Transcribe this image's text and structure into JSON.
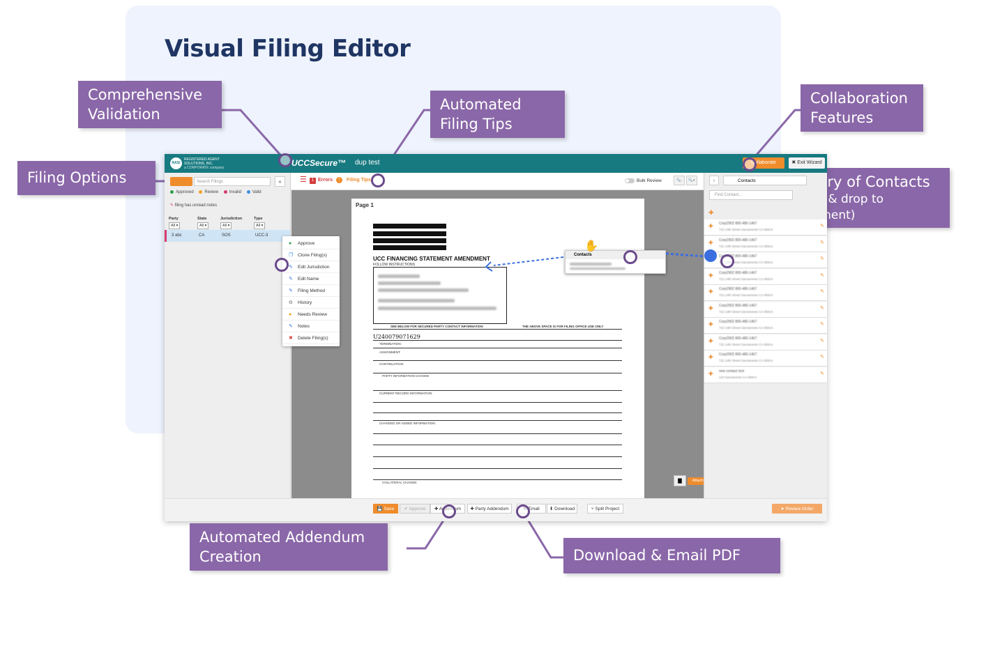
{
  "page_title": "Visual Filing Editor",
  "callouts": {
    "validation": "Comprehensive Validation",
    "filing_tips": "Automated Filing Tips",
    "collaboration": "Collaboration Features",
    "filing_options": "Filing Options",
    "contacts": "Library of Contacts",
    "contacts_sub": "(Drag & drop to document)",
    "addendum": "Automated Addendum Creation",
    "download": "Download & Email PDF"
  },
  "app": {
    "logo_text": "REGISTERED AGENT SOLUTIONS, INC.",
    "logo_sub": "a CORPORATE company",
    "name": "UCCSecure™",
    "filing_name": "dup test",
    "collaborate_label": "Collaborate",
    "exit_label": "✖ Exit Wizard"
  },
  "toolbar": {
    "error_count": "1",
    "errors_label": "Errors",
    "tips_label": "Filing Tips",
    "bulk_review_label": "Bulk Review",
    "zoom_out": "🔍-",
    "zoom_in": "🔍+"
  },
  "left_panel": {
    "search_placeholder": "Search Filings",
    "legend": [
      {
        "label": "Approved",
        "color": "#2e9e4a"
      },
      {
        "label": "Review",
        "color": "#f0a020"
      },
      {
        "label": "Invalid",
        "color": "#d63b6b"
      },
      {
        "label": "Valid",
        "color": "#3a8ee0"
      }
    ],
    "unread_note": "filing has unread notes",
    "columns": [
      "Party",
      "State",
      "Jurisdiction",
      "Type"
    ],
    "filters": [
      "All",
      "All",
      "All",
      "All"
    ],
    "row": {
      "party": "3 abc",
      "state": "CA",
      "jurisdiction": "SOS",
      "type": "UCC-3"
    }
  },
  "context_menu": [
    {
      "icon": "●",
      "color": "#2e9e4a",
      "label": "Approve"
    },
    {
      "icon": "❐",
      "color": "#3a8ee0",
      "label": "Clone Filing(s)"
    },
    {
      "icon": "✎",
      "color": "#3a6ee0",
      "label": "Edit Jurisdiction"
    },
    {
      "icon": "✎",
      "color": "#3a6ee0",
      "label": "Edit Name"
    },
    {
      "icon": "✎",
      "color": "#3a6ee0",
      "label": "Filing Method"
    },
    {
      "icon": "⊙",
      "color": "#333333",
      "label": "History"
    },
    {
      "icon": "●",
      "color": "#f0a020",
      "label": "Needs Review"
    },
    {
      "icon": "✎",
      "color": "#3a6ee0",
      "label": "Notes"
    },
    {
      "icon": "✖",
      "color": "#d43c3c",
      "label": "Delete Filing(s)"
    }
  ],
  "document": {
    "page_label": "Page 1",
    "form_title": "UCC FINANCING STATEMENT AMENDMENT",
    "form_sub": "FOLLOW INSTRUCTIONS",
    "file_number": "U240079071629",
    "above_space": "THE ABOVE SPACE IS FOR FILING OFFICE USE ONLY",
    "see_below": "SEE BELOW FOR SECURED PARTY CONTACT INFORMATION",
    "termination": "TERMINATION:",
    "assignment": "ASSIGNMENT:",
    "continuation": "CONTINUATION:",
    "party_change": "PARTY INFORMATION CHANGE",
    "current_record": "CURRENT RECORD INFORMATION:",
    "changed_added": "CHANGED OR ADDED INFORMATION:",
    "collateral_change": "COLLATERAL CHANGE:",
    "drag_header": "Contacts",
    "attach_label": "Attach file"
  },
  "right_panel": {
    "select_label": "Contacts",
    "search_placeholder": "Find Contact...",
    "contacts": [
      {
        "name": "Corp2902 800-480-1467",
        "address": "722 14th Street Sacramento CA 95814"
      },
      {
        "name": "Corp2902 800-480-1467",
        "address": "722 14th Street Sacramento CA 95814"
      },
      {
        "name": "Corp2902 800-480-1467",
        "address": "722 14th Street Sacramento CA 95814"
      },
      {
        "name": "Corp2902 800-480-1467",
        "address": "722 14th Street Sacramento CA 95814"
      },
      {
        "name": "Corp2902 800-480-1467",
        "address": "722 14th Street Sacramento CA 95814"
      },
      {
        "name": "Corp2902 800-480-1467",
        "address": "722 14th Street Sacramento CA 95814"
      },
      {
        "name": "Corp2902 800-480-1467",
        "address": "722 14th Street Sacramento CA 95814"
      },
      {
        "name": "Corp2902 800-480-1467",
        "address": "722 14th Street Sacramento CA 95814"
      },
      {
        "name": "Corp2902 800-480-1467",
        "address": "722 14th Street Sacramento CA 95814"
      },
      {
        "name": "new contact test",
        "address": "123 Sacramento CA 95814"
      }
    ]
  },
  "bottom_bar": {
    "save": "💾 Save",
    "approve": "✔ Approve",
    "addendum": "✚ Addendum",
    "party_addendum": "✚ Party Addendum",
    "email": "✉ Email",
    "download": "⬇ Download",
    "split": "⑂ Split Project",
    "review_order": "➤ Review Order"
  },
  "colors": {
    "callout_bg": "#8a67a8",
    "teal_header": "#177a80",
    "accent_orange": "#ef8c2c",
    "title_navy": "#1f3563"
  }
}
